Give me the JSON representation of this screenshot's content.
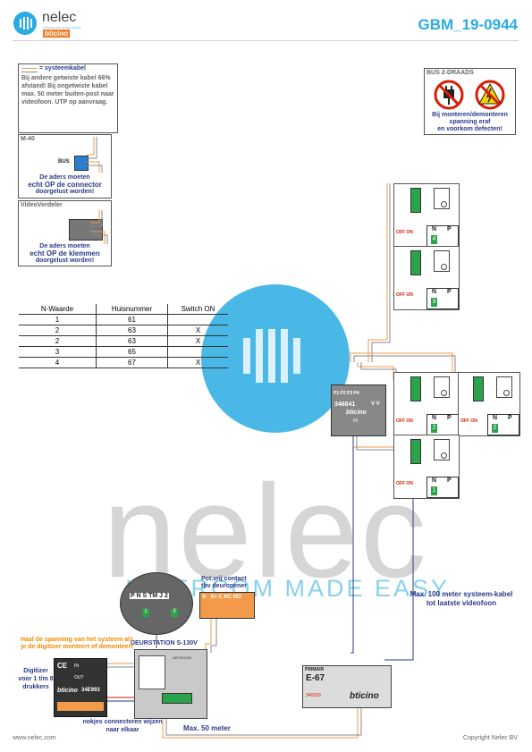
{
  "header": {
    "brand": "nelec",
    "brand_tagline": "INTERCOM MADE EASY",
    "sub_brand": "bticino",
    "doc_code": "GBM_19-0944"
  },
  "colors": {
    "accent_blue": "#29abe2",
    "navy": "#2a3a8a",
    "orange": "#f29a4a",
    "gray": "#888888",
    "green": "#2aa34a",
    "red": "#d81e05"
  },
  "legend": {
    "cable_title": "= systeemkabel",
    "cable_note": "Bij andere getwiste kabel 66% afstand! Bij ongetwiste kabel max. 50 meter buiten-post naar videofoon. UTP op aanvraag."
  },
  "m40": {
    "title": "M-40",
    "bus_label": "BUS",
    "caption_1": "De aders moeten",
    "caption_2": "echt OP de connector",
    "caption_3": "doorgelust worden!"
  },
  "videoverdeler": {
    "title": "VideoVerdeler",
    "caption_1": "De aders moeten",
    "caption_2": "echt OP de klemmen",
    "caption_3": "doorgelust worden!"
  },
  "bus_warning": {
    "title": "BUS 2-DRAADS",
    "text_1": "Bij monteren/demonteren",
    "text_2": "spanning eraf",
    "text_3": "en voorkom defecten!"
  },
  "table": {
    "headers": [
      "N-Waarde",
      "Huisnummer",
      "Switch ON"
    ],
    "rows": [
      [
        "1",
        "61",
        ""
      ],
      [
        "2",
        "63",
        "X"
      ],
      [
        "2",
        "63",
        "X"
      ],
      [
        "3",
        "65",
        ""
      ],
      [
        "4",
        "67",
        "X"
      ]
    ]
  },
  "phones": [
    {
      "n_label": "N",
      "p_label": "P",
      "n_value": "4",
      "off_on": "OFF ON"
    },
    {
      "n_label": "N",
      "p_label": "P",
      "n_value": "3",
      "off_on": "OFF ON"
    },
    {
      "n_label": "N",
      "p_label": "P",
      "n_value": "2",
      "off_on": "OFF ON"
    },
    {
      "n_label": "N",
      "p_label": "P",
      "n_value": "2",
      "off_on": "OFF ON"
    },
    {
      "n_label": "N",
      "p_label": "P",
      "n_value": "1",
      "off_on": "OFF ON"
    }
  ],
  "distributor": {
    "ports": "P1 P2 P3 P4",
    "vv": "V V",
    "model": "346841",
    "brand": "bticino",
    "in_label": "IN"
  },
  "door_station": {
    "title": "DEURSTATION S-130V",
    "terminals": "P N S TM J 2",
    "label_1": "1",
    "label_2": "3",
    "module_code": "ART351002"
  },
  "relay": {
    "title_1": "Pot.vrij contact",
    "title_2": "tbv deuropener",
    "terminals": "S-  S+ C NC NO"
  },
  "digitizer": {
    "warning": "Haal de spanning van het systeem als je de digitizer monteert of demonteert",
    "label": "Digitizer voor 1 t/m 8 drukkers",
    "model": "34E993",
    "brand": "bticino",
    "in_label": "IN",
    "out_label": "OUT",
    "nokjes": "nokjes connectoren wijzen naar elkaar"
  },
  "psu": {
    "primair": "PRIMAIR",
    "model": "E-67",
    "code": "346050",
    "brand": "bticino"
  },
  "notes": {
    "max100": "Max. 100 meter systeem-kabel tot laatste videofoon",
    "max50": "Max. 50 meter"
  },
  "footer": {
    "website": "www.nelec.com",
    "copyright": "Copyright Nelec BV"
  },
  "watermark": {
    "word": "nelec",
    "tagline": "INTERCOM MADE EASY"
  }
}
